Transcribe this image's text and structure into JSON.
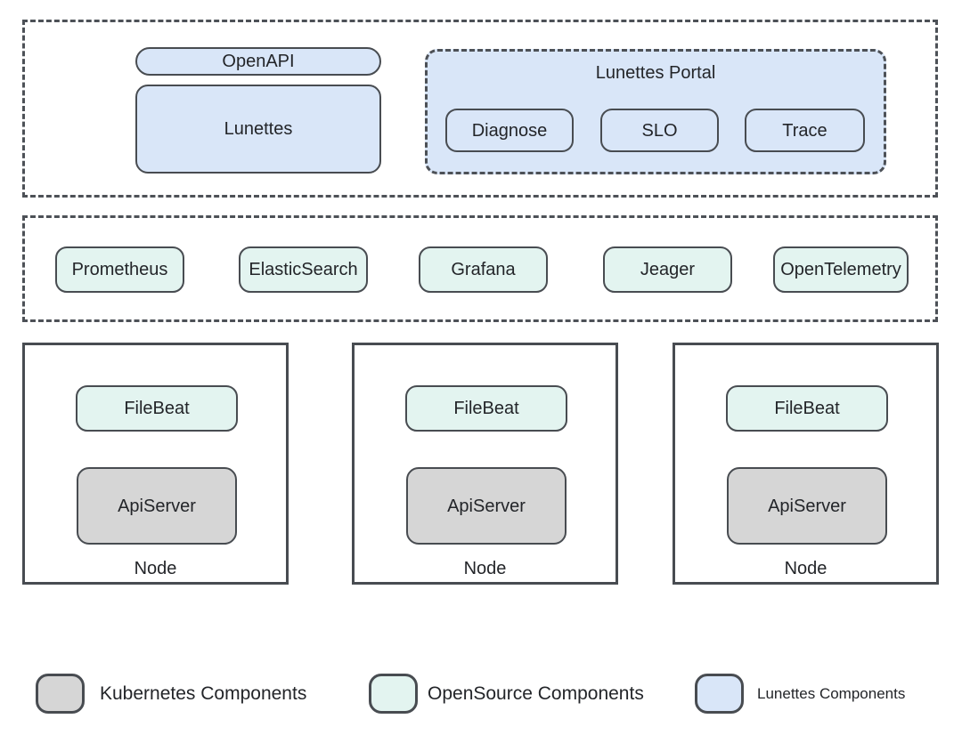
{
  "colors": {
    "kubernetes_fill": "#d6d6d6",
    "opensource_fill": "#e3f4f0",
    "lunettes_fill": "#d9e6f8",
    "stroke": "#484c51"
  },
  "lunettes_layer": {
    "openapi": "OpenAPI",
    "lunettes": "Lunettes",
    "portal": {
      "title": "Lunettes Portal",
      "items": [
        "Diagnose",
        "SLO",
        "Trace"
      ]
    }
  },
  "opensource_layer": {
    "items": [
      "Prometheus",
      "ElasticSearch",
      "Grafana",
      "Jeager",
      "OpenTelemetry"
    ]
  },
  "nodes": [
    {
      "components": [
        "FileBeat",
        "ApiServer"
      ],
      "label": "Node"
    },
    {
      "components": [
        "FileBeat",
        "ApiServer"
      ],
      "label": "Node"
    },
    {
      "components": [
        "FileBeat",
        "ApiServer"
      ],
      "label": "Node"
    }
  ],
  "legend": [
    {
      "label": "Kubernetes Components",
      "swatch": "#d6d6d6"
    },
    {
      "label": "OpenSource Components",
      "swatch": "#e3f4f0"
    },
    {
      "label": "Lunettes Components",
      "swatch": "#d9e6f8"
    }
  ]
}
